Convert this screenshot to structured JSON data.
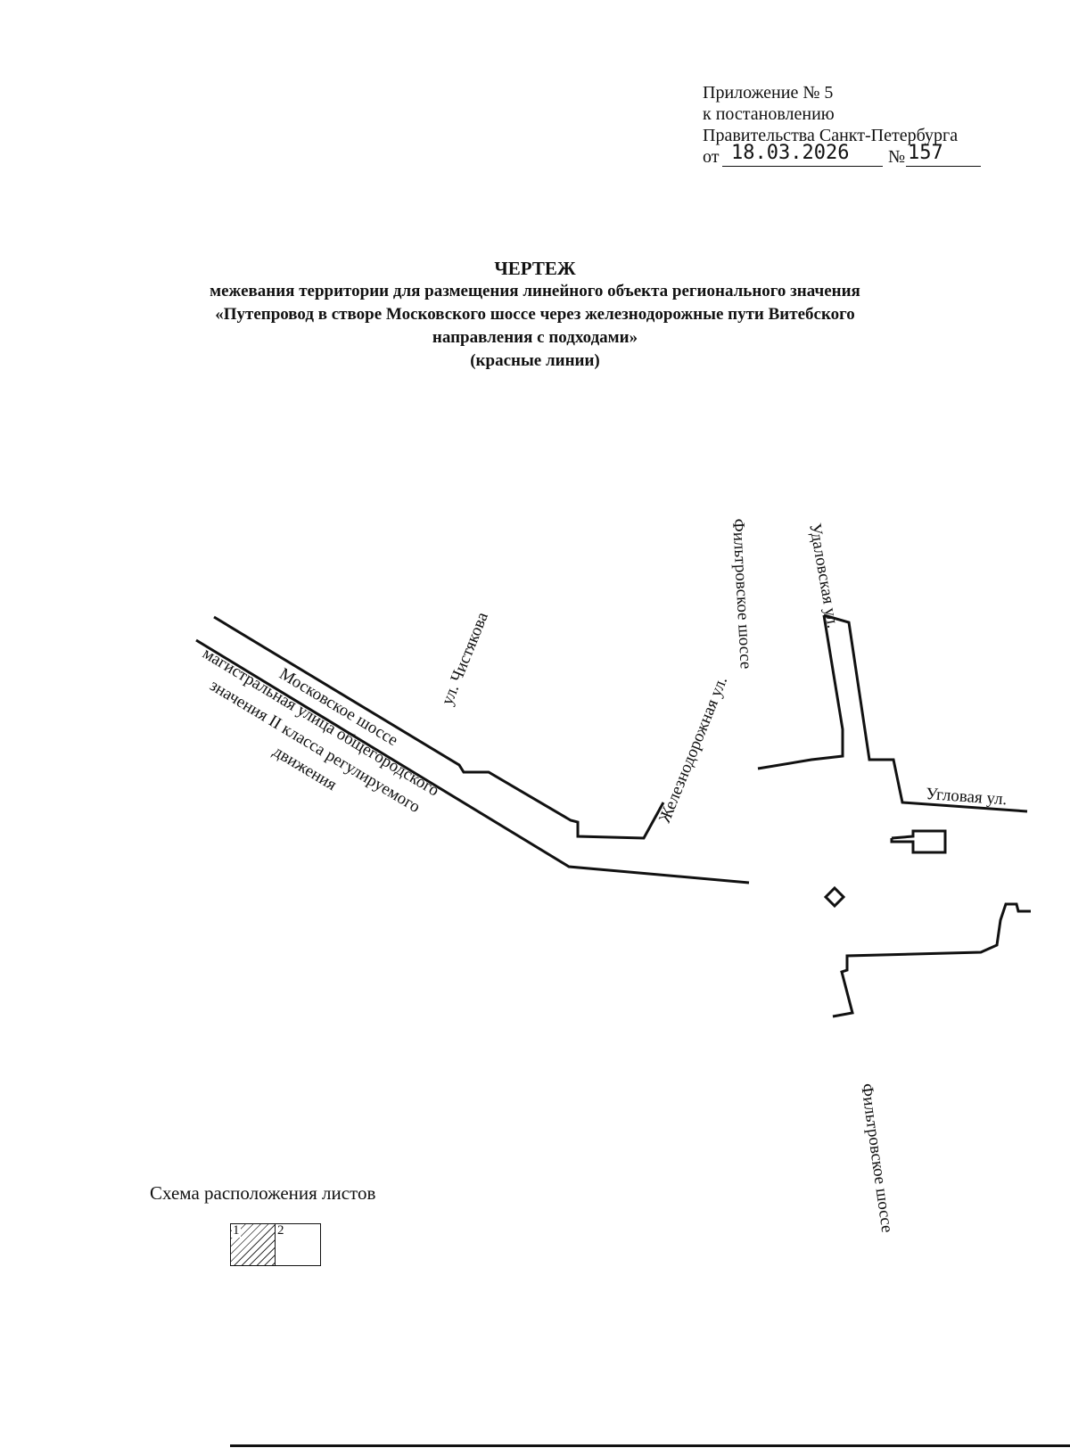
{
  "appendix": {
    "line1": "Приложение № 5",
    "line2": "к постановлению",
    "line3": "Правительства Санкт-Петербурга",
    "date_prefix": "от",
    "date": "18.03.2026",
    "number_label": "№",
    "number": "157"
  },
  "title": {
    "main": "ЧЕРТЕЖ",
    "line1": "межевания территории для размещения линейного объекта регионального значения",
    "line2": "«Путепровод в створе Московского шоссе через железнодорожные пути Витебского",
    "line3": "направления с подходами»",
    "line4": "(красные линии)"
  },
  "map": {
    "labels": {
      "moskovskoe": "Московское шоссе",
      "magistral1": "магистральная улица общегородского",
      "magistral2": "значения II класса регулируемого",
      "magistral3": "движения",
      "chistyakova": "ул. Чистякова",
      "zheleznodorozhnaya": "Железнодорожная ул.",
      "filtrovskoe_top": "Фильтровское шоссе",
      "udalovskaya": "Удаловская ул.",
      "uglovaya": "Угловая ул.",
      "filtrovskoe_bottom": "Фильтровское шоссе"
    }
  },
  "scheme": {
    "title": "Схема расположения листов",
    "sheet1": "1",
    "sheet2": "2"
  }
}
